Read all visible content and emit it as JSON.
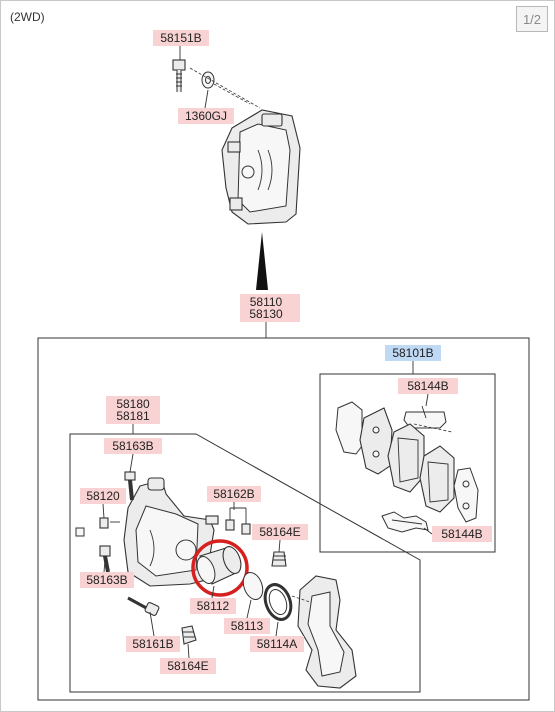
{
  "header": {
    "variant": "(2WD)",
    "page_indicator": "1/2"
  },
  "labels": {
    "bolt": "58151B",
    "washer": "1360GJ",
    "caliper_assy_1": "58110",
    "caliper_assy_2": "58130",
    "pad_kit": "58101B",
    "pad_top": "58144B",
    "pad_bottom": "58144B",
    "caliper_body_1": "58180",
    "caliper_body_2": "58181",
    "guide_bolt_top": "58163B",
    "bleeder": "58120",
    "pin_kit": "58162B",
    "boot_right": "58164E",
    "guide_bolt_left": "58163B",
    "piston": "58112",
    "piston_seal": "58113",
    "piston_boot": "58114A",
    "guide_pin": "58161B",
    "boot_bottom": "58164E"
  },
  "highlight_color": "#f9d3d3",
  "highlight_color_blue": "#bfd8f3",
  "circle_color": "#d62020"
}
